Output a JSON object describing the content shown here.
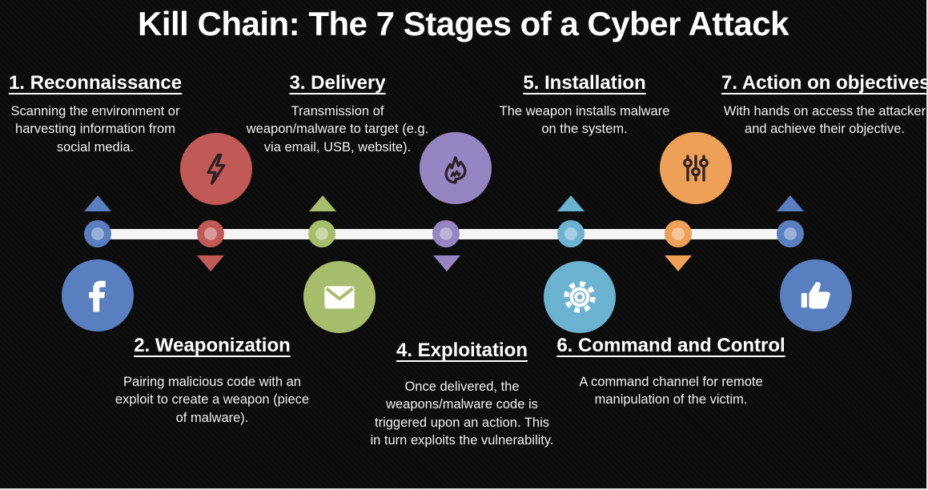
{
  "title": "Kill Chain: The 7 Stages of a Cyber Attack",
  "stages": [
    {
      "heading": "1. Reconnaissance",
      "description": "Scanning the environment or harvesting information from social media.",
      "icon": "facebook-icon",
      "color": "#5a7fc0",
      "text_position": "top",
      "marker_arrow": "up"
    },
    {
      "heading": "2. Weaponization",
      "description": "Pairing malicious code with an exploit to create a weapon (piece of malware).",
      "icon": "lightning-icon",
      "color": "#c15a57",
      "text_position": "bottom",
      "marker_arrow": "down"
    },
    {
      "heading": "3. Delivery",
      "description": "Transmission of weapon/malware to target (e.g. via email, USB, website).",
      "icon": "envelope-icon",
      "color": "#a6be6c",
      "text_position": "top",
      "marker_arrow": "up"
    },
    {
      "heading": "4. Exploitation",
      "description": "Once delivered, the weapons/malware code is triggered upon an action. This in turn exploits the vulnerability.",
      "icon": "flame-icon",
      "color": "#9585c2",
      "text_position": "bottom",
      "marker_arrow": "down"
    },
    {
      "heading": "5. Installation",
      "description": "The weapon installs malware on the system.",
      "icon": "gear-icon",
      "color": "#6cb2d1",
      "text_position": "top",
      "marker_arrow": "up"
    },
    {
      "heading": "6. Command and Control",
      "description": "A command channel for remote manipulation of the victim.",
      "icon": "sliders-icon",
      "color": "#efa057",
      "text_position": "bottom",
      "marker_arrow": "down"
    },
    {
      "heading": "7. Action on objectives",
      "description": "With hands on access the attacker and achieve their objective.",
      "icon": "thumbs-up-icon",
      "color": "#5a7fc0",
      "text_position": "top",
      "marker_arrow": "up"
    }
  ],
  "colors": {
    "background": "#0c0c0c",
    "timeline": "#f4f4f4",
    "text": "#f2f2f2"
  }
}
